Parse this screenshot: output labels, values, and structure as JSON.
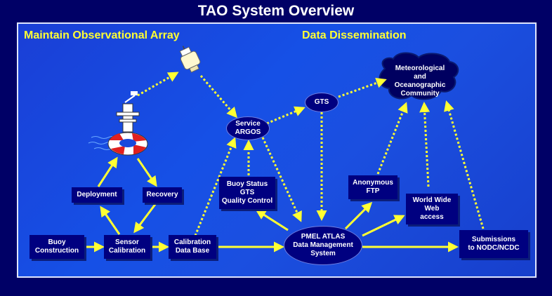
{
  "title": "TAO System Overview",
  "sections": {
    "left": "Maintain Observational Array",
    "right": "Data Dissemination"
  },
  "nodes": {
    "deployment": "Deployment",
    "recovery": "Recovery",
    "buoy_construction": "Buoy\nConstruction",
    "sensor_calibration": "Sensor\nCalibration",
    "calibration_db": "Calibration\nData Base",
    "service_argos": "Service\nARGOS",
    "gts": "GTS",
    "buoy_status": "Buoy Status\nGTS\nQuality Control",
    "pmel_atlas": "PMEL ATLAS\nData Management\nSystem",
    "anonymous_ftp": "Anonymous\nFTP",
    "www": "World Wide\nWeb\naccess",
    "submissions": "Submissions\nto NODC/NCDC",
    "community": "Meteorological\nand\nOceanographic\nCommunity"
  },
  "colors": {
    "background": "#000066",
    "panel": "#1a48dc",
    "box": "#000080",
    "arrow": "#ffff33",
    "section_text": "#ffff33"
  }
}
